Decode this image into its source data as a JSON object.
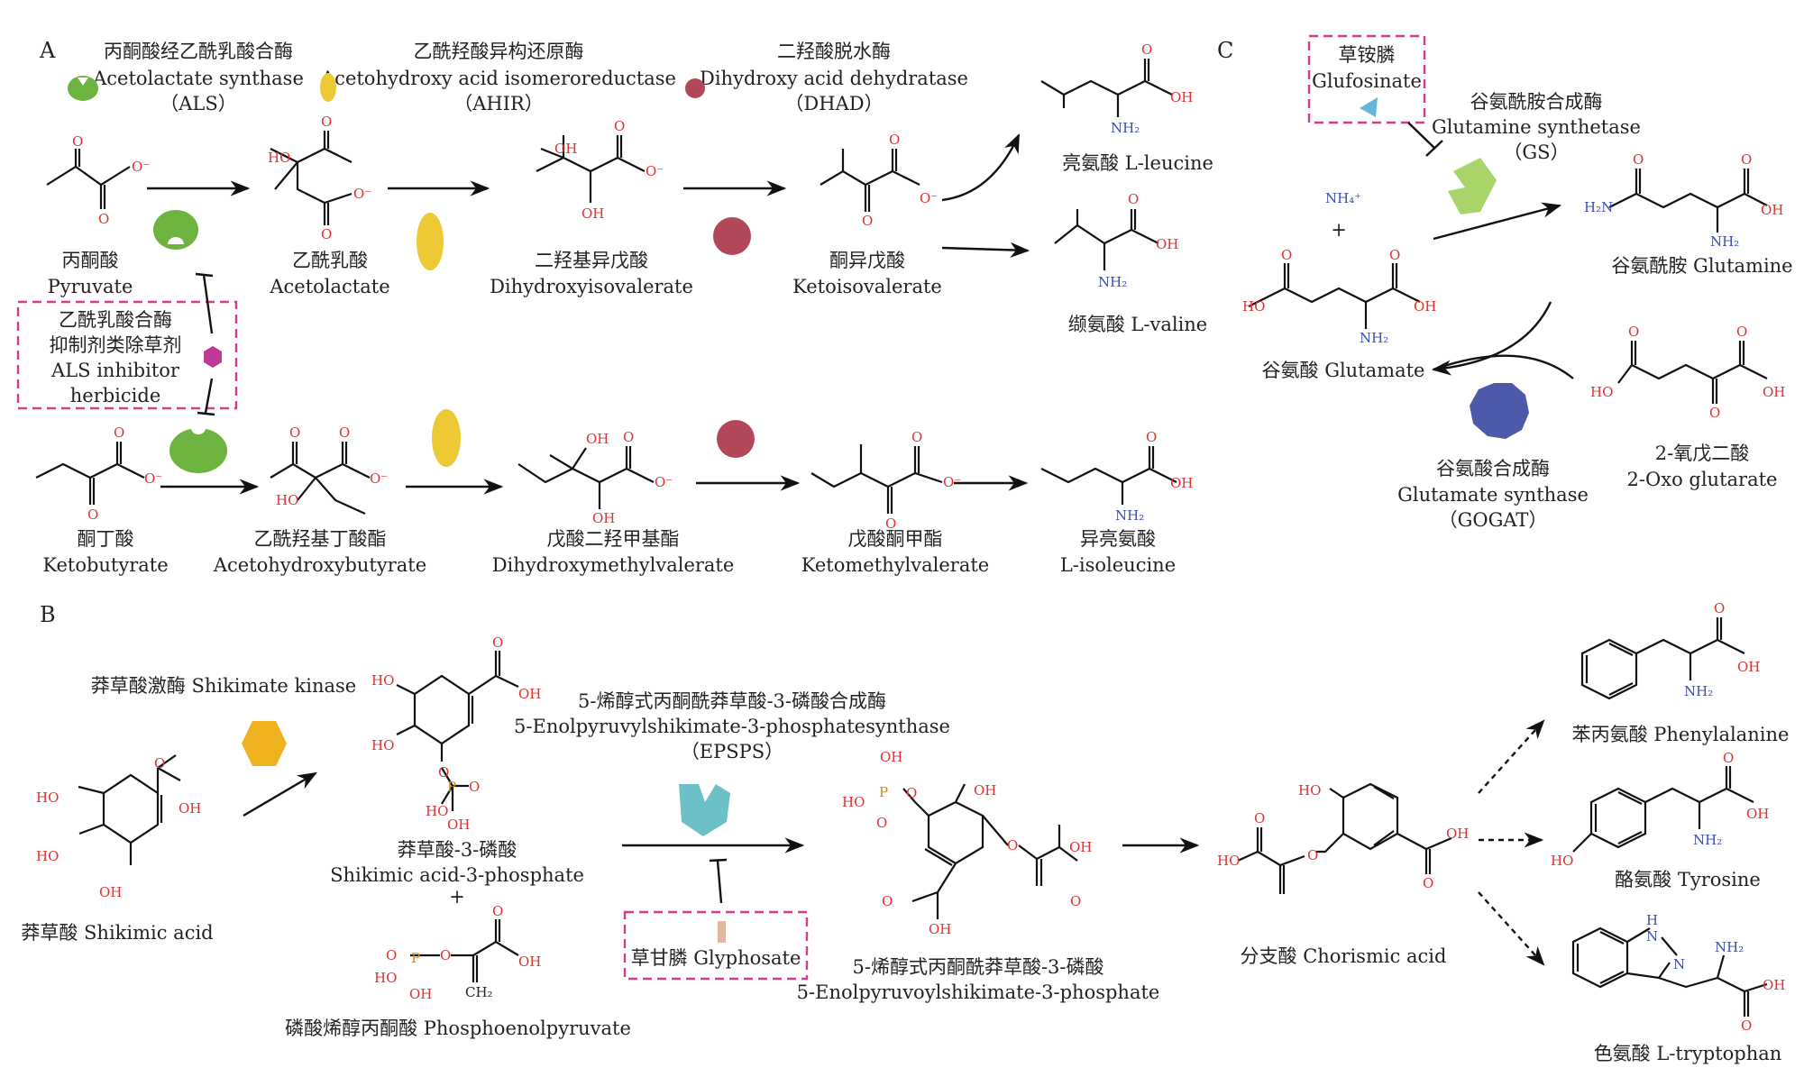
{
  "panels": {
    "a": "A",
    "b": "B",
    "c": "C"
  },
  "enzymes": {
    "als": {
      "cn": "丙酮酸经乙酰乳酸合酶",
      "en": "Acetolactate synthase",
      "abbr": "（ALS）",
      "color": "#6cb33f"
    },
    "ahir": {
      "cn": "乙酰羟酸异构还原酶",
      "en": "Acetohydroxy acid isomeroreductase",
      "abbr": "（AHIR）",
      "color": "#ecc935"
    },
    "dhad": {
      "cn": "二羟酸脱水酶",
      "en": "Dihydroxy acid dehydratase",
      "abbr": "（DHAD）",
      "color": "#b3475a"
    },
    "gs": {
      "cn": "谷氨酰胺合成酶",
      "en": "Glutamine synthetase",
      "abbr": "（GS）",
      "color": "#a9d46a"
    },
    "gogat": {
      "cn": "谷氨酸合成酶",
      "en": "Glutamate synthase",
      "abbr": "（GOGAT）",
      "color": "#4d5aaa"
    },
    "sk": {
      "label": "莽草酸激酶 Shikimate kinase",
      "color": "#eeb21f"
    },
    "epsps": {
      "cn": "5-烯醇式丙酮酰莽草酸-3-磷酸合成酶",
      "en": "5-Enolpyruvylshikimate-3-phosphatesynthase",
      "abbr": "（EPSPS）",
      "color": "#6cc0c8"
    }
  },
  "inhibitors": {
    "als": {
      "cn1": "乙酰乳酸合酶",
      "cn2": "抑制剂类除草剂",
      "en1": "ALS inhibitor",
      "en2": "herbicide",
      "color": "#c03a9a"
    },
    "glufosinate": {
      "cn": "草铵膦",
      "en": "Glufosinate",
      "color": "#6ab4dc"
    },
    "glyphosate": {
      "label": "草甘膦  Glyphosate",
      "color": "#e2b9a0"
    }
  },
  "compounds": {
    "pyruvate": {
      "cn": "丙酮酸",
      "en": "Pyruvate"
    },
    "acetolactate": {
      "cn": "乙酰乳酸",
      "en": "Acetolactate"
    },
    "dhiv": {
      "cn": "二羟基异戊酸",
      "en": "Dihydroxyisovalerate"
    },
    "kiv": {
      "cn": "酮异戊酸",
      "en": "Ketoisovalerate"
    },
    "leucine": {
      "label": "亮氨酸 L-leucine"
    },
    "valine": {
      "label": "缬氨酸 L-valine"
    },
    "ketobutyrate": {
      "cn": "酮丁酸",
      "en": "Ketobutyrate"
    },
    "ahb": {
      "cn": "乙酰羟基丁酸酯",
      "en": "Acetohydroxybutyrate"
    },
    "dhmv": {
      "cn": "戊酸二羟甲基酯",
      "en": "Dihydroxymethylvalerate"
    },
    "kmv": {
      "cn": "戊酸酮甲酯",
      "en": "Ketomethylvalerate"
    },
    "isoleucine": {
      "cn": "异亮氨酸",
      "en": "L-isoleucine"
    },
    "glutamine": {
      "label": "谷氨酰胺  Glutamine"
    },
    "glutamate": {
      "label": "谷氨酸 Glutamate"
    },
    "oxoglutarate": {
      "cn": "2-氧戊二酸",
      "en": "2-Oxo glutarate"
    },
    "shikimic": {
      "label": "莽草酸 Shikimic acid"
    },
    "s3p": {
      "cn": "莽草酸-3-磷酸",
      "en": "Shikimic acid-3-phosphate"
    },
    "pep": {
      "label": "磷酸烯醇丙酮酸 Phosphoenolpyruvate"
    },
    "eps3p": {
      "cn": "5-烯醇式丙酮酰莽草酸-3-磷酸",
      "en": "5-Enolpyruvoylshikimate-3-phosphate"
    },
    "chorismic": {
      "label": "分支酸 Chorismic acid"
    },
    "phe": {
      "label": "苯丙氨酸 Phenylalanine"
    },
    "tyr": {
      "label": "酪氨酸  Tyrosine"
    },
    "trp": {
      "label": "色氨酸  L-tryptophan"
    }
  },
  "signs": {
    "plus": "+"
  },
  "atoms": {
    "O": "O",
    "Ominus": "O⁻",
    "OH": "OH",
    "HO": "HO",
    "NH2": "NH₂",
    "H2N": "H₂N",
    "NH4": "NH₄⁺",
    "P": "P",
    "H": "H",
    "N": "N",
    "CH2": "CH₂"
  }
}
